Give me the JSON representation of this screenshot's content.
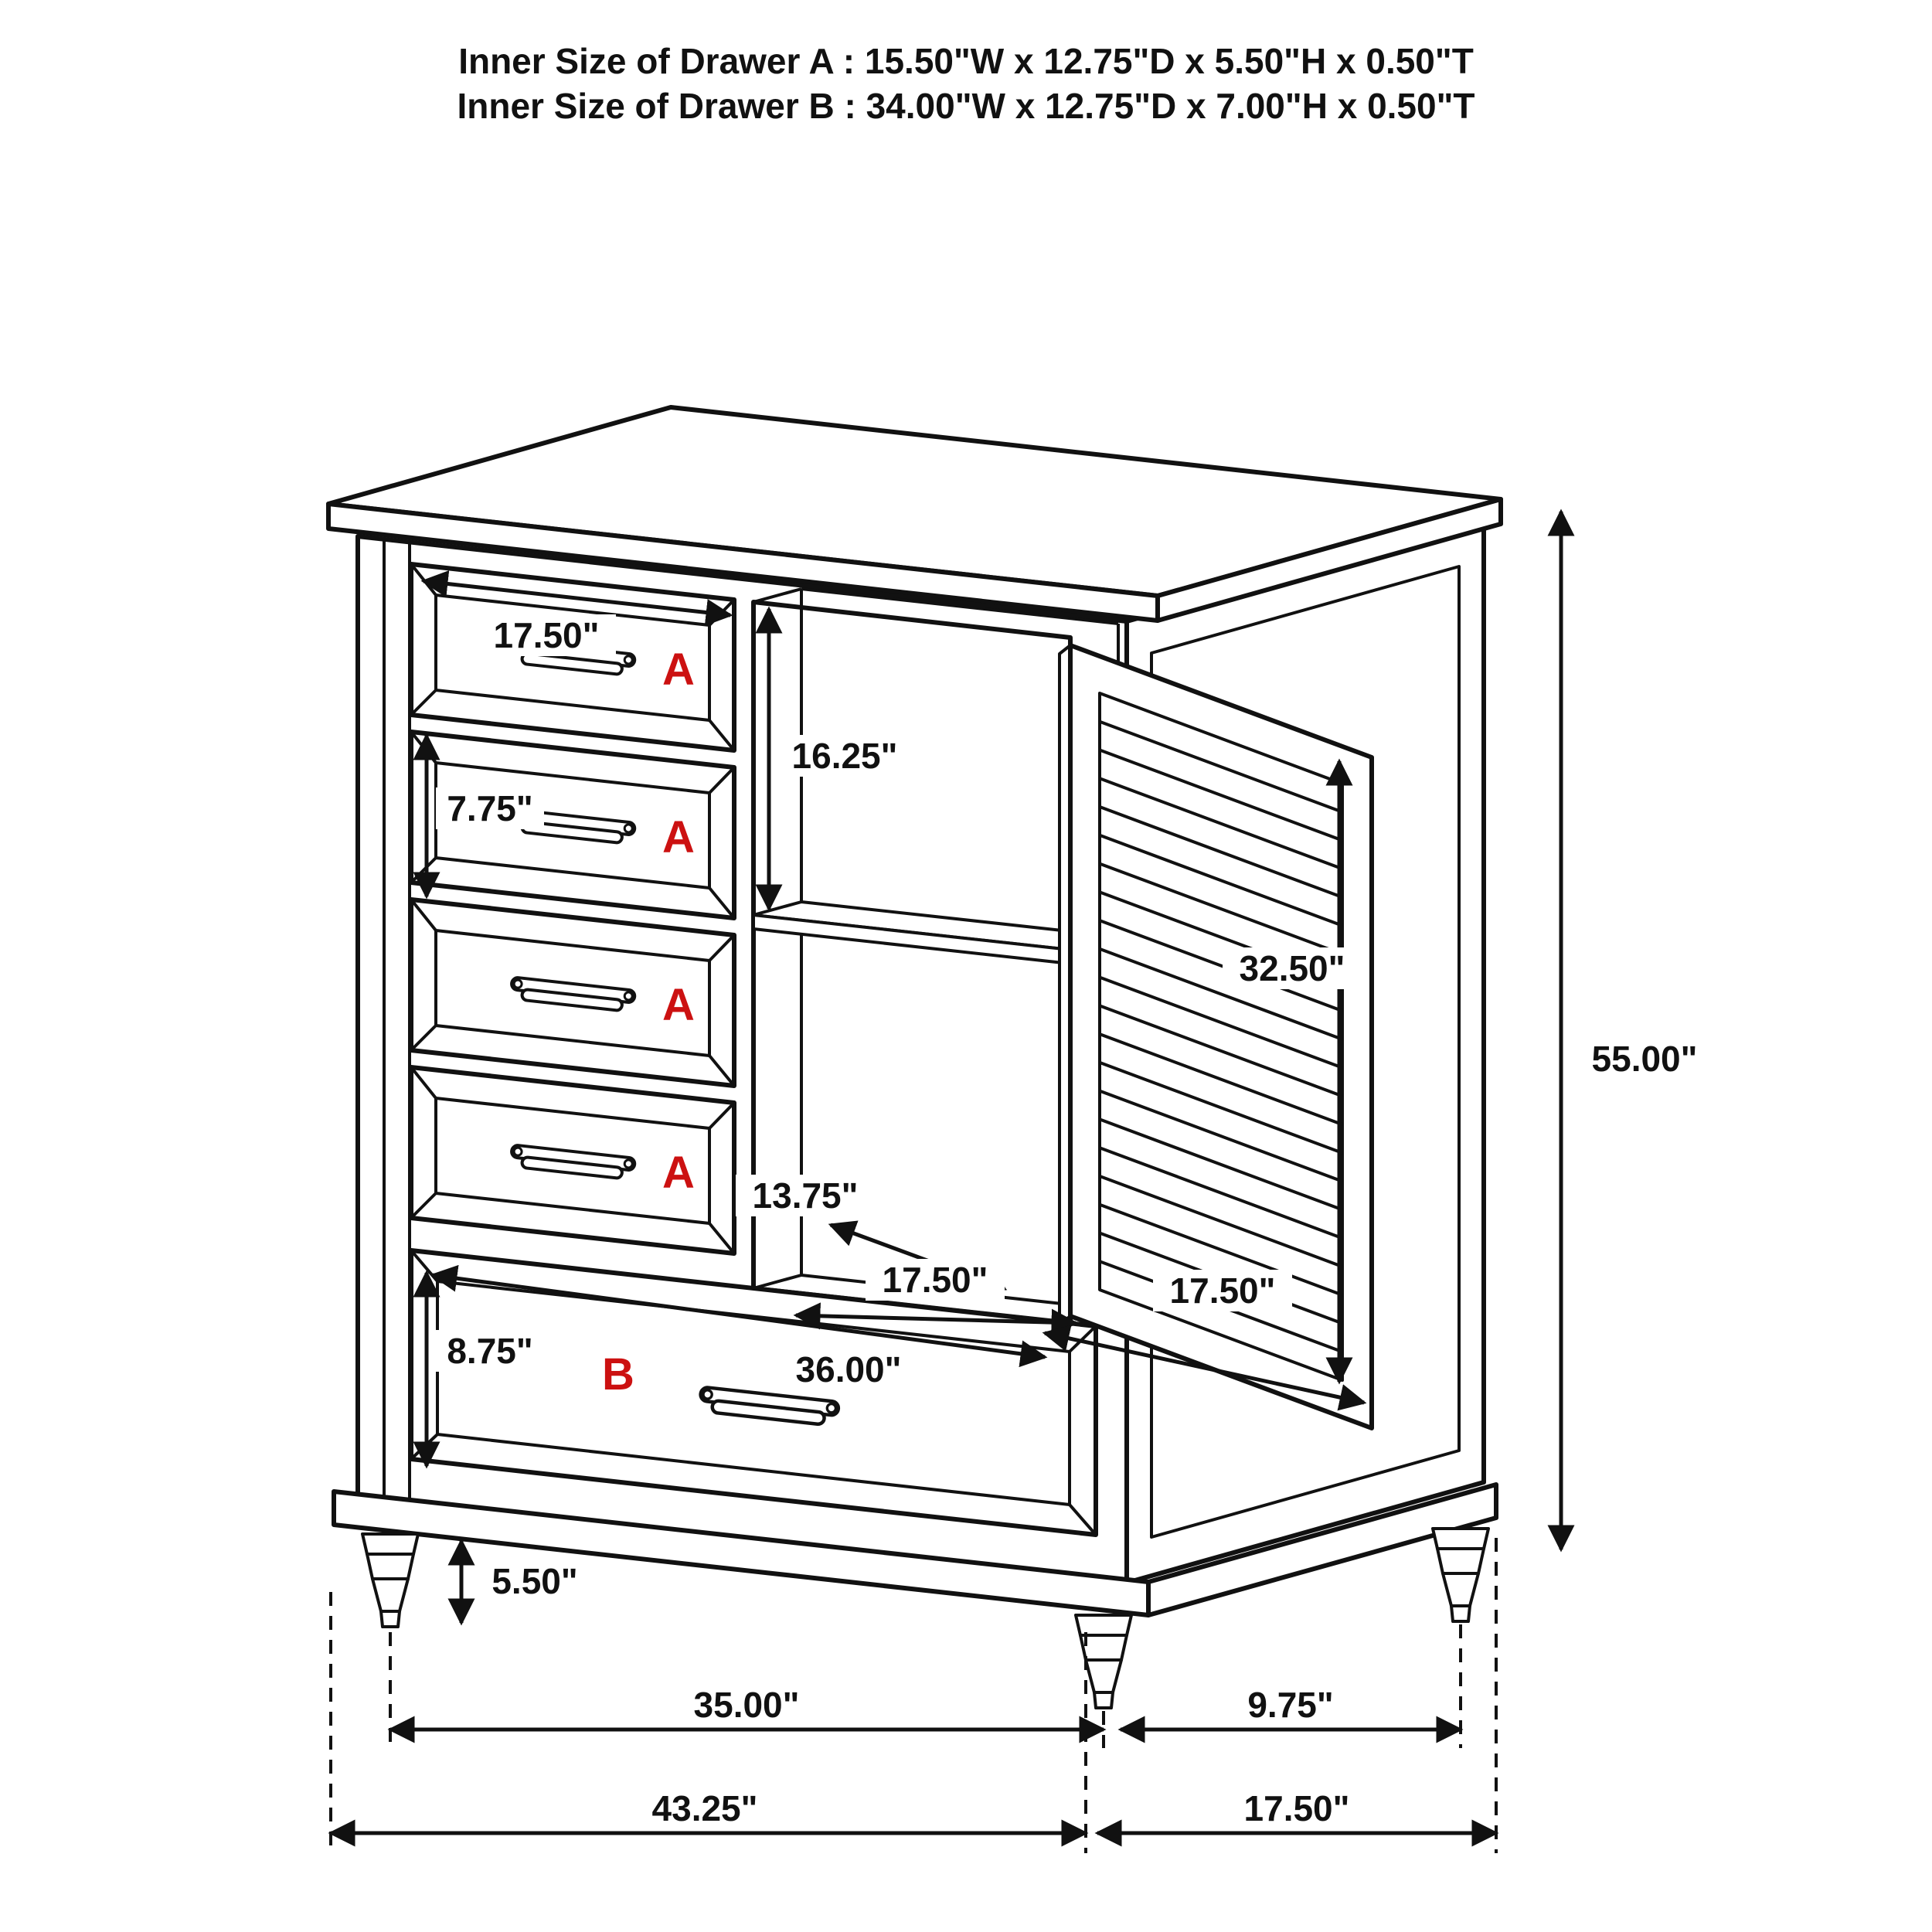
{
  "title": {
    "line1": "Inner Size of Drawer A : 15.50\"W x 12.75\"D x 5.50\"H x 0.50\"T",
    "line2": "Inner Size of Drawer B : 34.00\"W x 12.75\"D x 7.00\"H x 0.50\"T"
  },
  "drawer_labels": {
    "a1": "A",
    "a2": "A",
    "a3": "A",
    "a4": "A",
    "b": "B"
  },
  "dimensions": {
    "top_drawer_width": "17.50\"",
    "upper_cavity_height": "16.25\"",
    "drawer_a_height": "7.75\"",
    "door_panel_height": "32.50\"",
    "overall_height": "55.00\"",
    "cavity_depth": "13.75\"",
    "cavity_width": "17.50\"",
    "door_width": "17.50\"",
    "drawer_b_height": "8.75\"",
    "drawer_b_width": "36.00\"",
    "leg_height": "5.50\"",
    "front_leg_span": "35.00\"",
    "side_leg_span": "9.75\"",
    "overall_width": "43.25\"",
    "overall_depth": "17.50\""
  },
  "colors": {
    "line": "#111111",
    "label_red": "#cc1111",
    "background": "#ffffff"
  }
}
